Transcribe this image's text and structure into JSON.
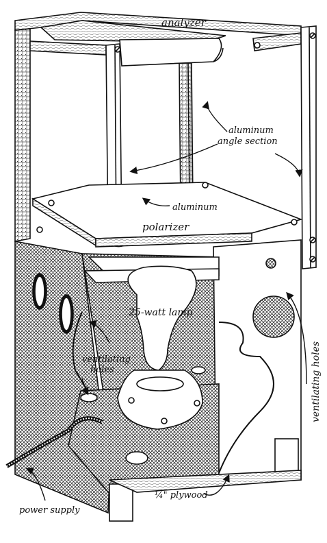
{
  "labels": {
    "analyzer": "analyzer",
    "aluminum_angle_section_1": "aluminum",
    "aluminum_angle_section_2": "angle section",
    "aluminum": "aluminum",
    "polarizer": "polarizer",
    "lamp": "25-watt lamp",
    "ventilating_holes_left_1": "ventilating",
    "ventilating_holes_left_2": "holes",
    "ventilating_holes_right": "ventilating holes",
    "plywood": "¼\" plywood",
    "power_supply": "power supply"
  },
  "colors": {
    "ink": "#111111",
    "paper": "#ffffff",
    "wood_grain": "#8a8a8a"
  }
}
